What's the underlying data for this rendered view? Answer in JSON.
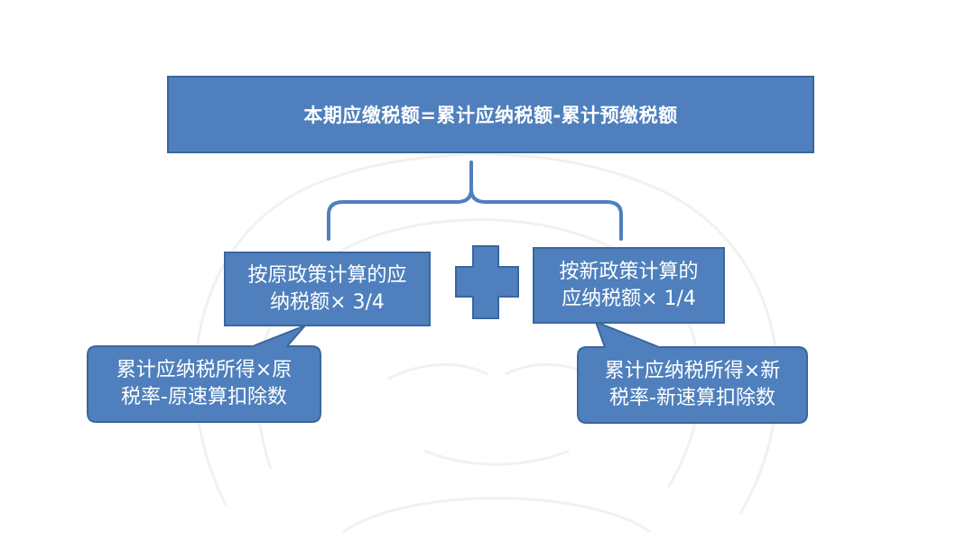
{
  "colors": {
    "box_fill": "#4f80bd",
    "box_border": "#3a679c",
    "text": "#ffffff",
    "background": "#ffffff",
    "watermark": "#f1f1f1"
  },
  "formula": {
    "main": "本期应缴税额=累计应纳税额-累计预缴税额"
  },
  "terms": {
    "left": {
      "line1": "按原政策计算的应",
      "line2": "纳税额× 3/4"
    },
    "right": {
      "line1": "按新政策计算的",
      "line2": "应纳税额× 1/4"
    }
  },
  "operator_icon": "plus-icon",
  "callouts": {
    "left": {
      "line1": "累计应纳税所得×原",
      "line2": "税率-原速算扣除数"
    },
    "right": {
      "line1": "累计应纳税所得×新",
      "line2": "税率-新速算扣除数"
    }
  }
}
